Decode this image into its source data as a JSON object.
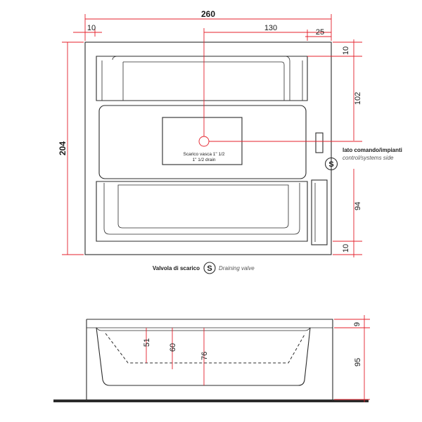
{
  "dimensions": {
    "total_width": "260",
    "center_offset": "130",
    "left_margin": "10",
    "right_margin": "25",
    "total_depth": "204",
    "top_rim": "10",
    "top_section": "102",
    "bottom_section": "94",
    "bottom_rim": "10",
    "rim_height": "9",
    "total_height": "95",
    "depth_shallow": "51",
    "depth_mid": "60",
    "depth_deep": "76"
  },
  "drain": {
    "label_it": "Scarico vasca 1\" 1/2",
    "label_en": "1\" 1/2  drain"
  },
  "control_side": {
    "label_it": "lato comando/impianti",
    "label_en": "control/systems side"
  },
  "valve_legend": {
    "symbol": "S",
    "label_it": "Valvola di scarico",
    "label_en": "Draining valve"
  }
}
